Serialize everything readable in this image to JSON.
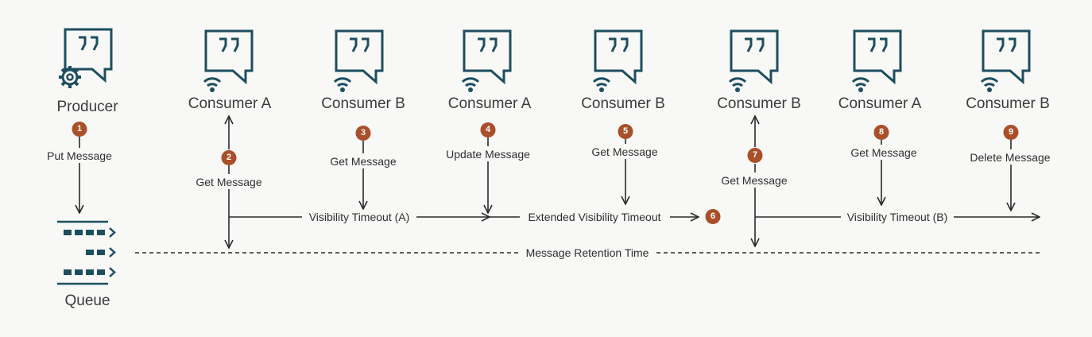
{
  "actors": [
    {
      "label": "Producer",
      "icon": "producer-gear-icon"
    },
    {
      "label": "Consumer A",
      "icon": "consumer-wifi-icon"
    },
    {
      "label": "Consumer B",
      "icon": "consumer-wifi-icon"
    },
    {
      "label": "Consumer A",
      "icon": "consumer-wifi-icon"
    },
    {
      "label": "Consumer B",
      "icon": "consumer-wifi-icon"
    },
    {
      "label": "Consumer B",
      "icon": "consumer-wifi-icon"
    },
    {
      "label": "Consumer A",
      "icon": "consumer-wifi-icon"
    },
    {
      "label": "Consumer B",
      "icon": "consumer-wifi-icon"
    }
  ],
  "queue": {
    "label": "Queue",
    "icon": "queue-icon"
  },
  "steps": [
    {
      "number": "1",
      "label": "Put Message"
    },
    {
      "number": "2",
      "label": "Get Message"
    },
    {
      "number": "3",
      "label": "Get Message"
    },
    {
      "number": "4",
      "label": "Update Message"
    },
    {
      "number": "5",
      "label": "Get Message"
    },
    {
      "number": "6",
      "label": ""
    },
    {
      "number": "7",
      "label": "Get Message"
    },
    {
      "number": "8",
      "label": "Get Message"
    },
    {
      "number": "9",
      "label": "Delete Message"
    }
  ],
  "timelines": {
    "visibility_a": "Visibility Timeout (A)",
    "extended": "Extended Visibility Timeout",
    "visibility_b": "Visibility Timeout (B)",
    "retention": "Message Retention Time"
  },
  "colors": {
    "accent": "#a94f2a",
    "icon": "#1d4e5f",
    "line": "#2a2a2a",
    "background": "#f8f8f7"
  }
}
